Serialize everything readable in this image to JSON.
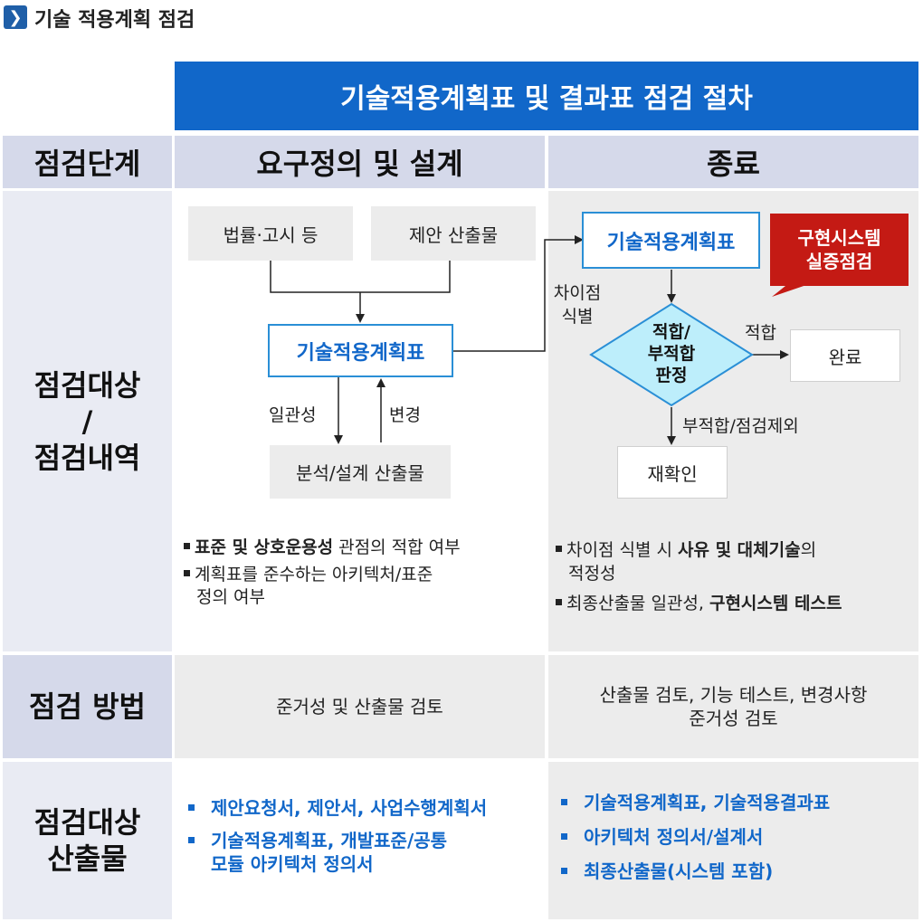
{
  "section": {
    "icon": "chevron-right-icon",
    "icon_glyph": "❯",
    "title": "기술 적용계획 점검"
  },
  "banner": "기술적용계획표 및 결과표 점검 절차",
  "headers": {
    "stage": "점검단계",
    "col1": "요구정의 및 설계",
    "col2": "종료"
  },
  "rows": {
    "target": {
      "label_lines": [
        "점검대상",
        "/",
        "점검내역"
      ]
    },
    "method": {
      "label": "점검 방법",
      "col1": "준거성 및 산출물 검토",
      "col2_lines": [
        "산출물 검토, 기능 테스트, 변경사항",
        "준거성 검토"
      ]
    },
    "output": {
      "label_lines": [
        "점검대상",
        "산출물"
      ]
    }
  },
  "left_flow": {
    "law": "법률·고시 등",
    "proposal": "제안 산출물",
    "plan": "기술적용계획표",
    "consistency": "일관성",
    "change": "변경",
    "design_output": "분석/설계 산출물"
  },
  "right_flow": {
    "plan": "기술적용계획표",
    "diff_lines": [
      "차이점",
      "식별"
    ],
    "decision_lines": [
      "적합/",
      "부적합",
      "판정"
    ],
    "fit": "적합",
    "done": "완료",
    "unfit": "부적합/점검제외",
    "recheck": "재확인",
    "callout_lines": [
      "구현시스템",
      "실증점검"
    ]
  },
  "left_bullets": [
    {
      "b": "표준 및 상호운용성",
      "t": " 관점의 적합 여부"
    },
    {
      "t1": "계획표를 준수하는 아키텍처/표준",
      "t2": "정의 여부"
    }
  ],
  "right_bullets": [
    {
      "t": "차이점 식별 시 ",
      "b": "사유 및 대체기술",
      "t_after": "의",
      "t2": "적정성"
    },
    {
      "t": "최종산출물 일관성, ",
      "b": "구현시스템 테스트"
    }
  ],
  "output_left": [
    {
      "lines": [
        "제안요청서, 제안서, 사업수행계획서"
      ]
    },
    {
      "lines": [
        "기술적용계획표, 개발표준/공통",
        "모듈 아키텍처 정의서"
      ]
    }
  ],
  "output_right": [
    "기술적용계획표, 기술적용결과표",
    "아키텍처 정의서/설계서",
    "최종산출물(시스템 포함)"
  ],
  "colors": {
    "banner": "#1167c9",
    "header": "#d5d9ea",
    "accent": "#2a8fd6",
    "decision": "#bdeefb",
    "callout": "#c41a14"
  }
}
